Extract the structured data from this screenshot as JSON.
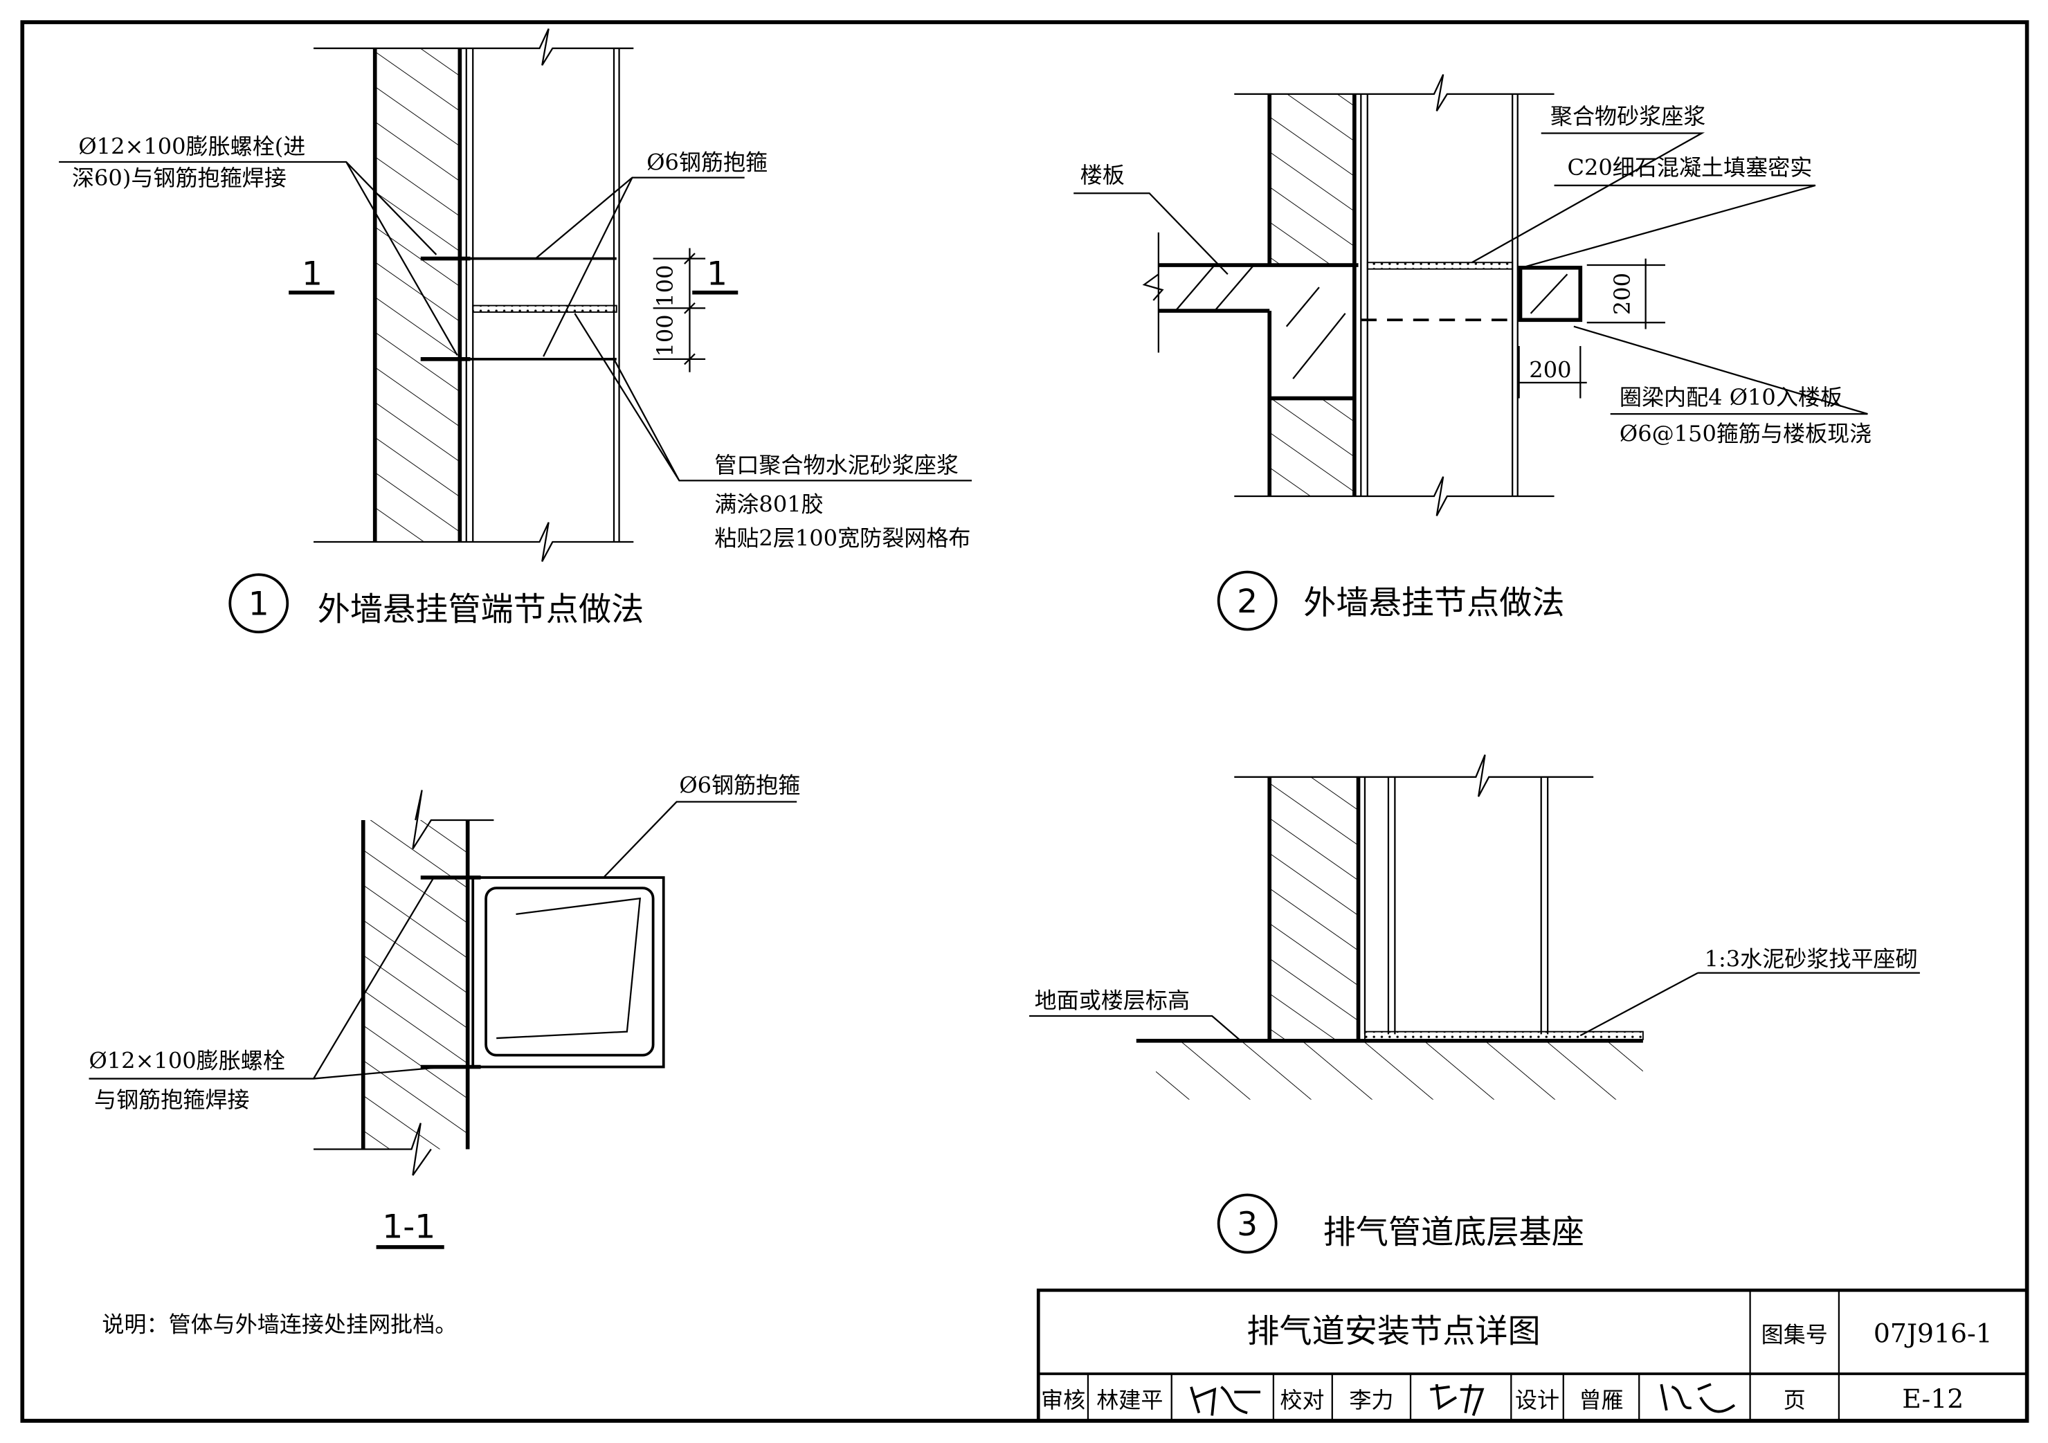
{
  "sheet": {
    "title": "排气道安装节点详图",
    "atlas_label": "图集号",
    "atlas_no": "07J916-1",
    "page_label": "页",
    "page_no": "E-12",
    "review_label": "审核",
    "reviewer": "林建平",
    "check_label": "校对",
    "checker": "李力",
    "design_label": "设计",
    "designer": "曾雁"
  },
  "note": "说明：管体与外墙连接处挂网批档。",
  "detail1": {
    "num": "1",
    "title": "外墙悬挂管端节点做法",
    "bolt_line1": "Ø12×100膨胀螺栓(进",
    "bolt_line2": "深60)与钢筋抱箍焊接",
    "hoop": "Ø6钢筋抱箍",
    "mortar": "管口聚合物水泥砂浆座浆",
    "glue": "满涂801胶",
    "mesh": "粘贴2层100宽防裂网格布",
    "dim_a": "100",
    "dim_b": "100",
    "sec_left": "1",
    "sec_right": "1"
  },
  "detail2": {
    "num": "2",
    "title": "外墙悬挂节点做法",
    "slab": "楼板",
    "mortar": "聚合物砂浆座浆",
    "fill": "C20细石混凝土填塞密实",
    "beam1": "圈梁内配4 Ø10入楼板",
    "beam2": "Ø6@150箍筋与楼板现浇",
    "dim_v": "200",
    "dim_h": "200"
  },
  "section11": {
    "title": "1-1",
    "hoop": "Ø6钢筋抱箍",
    "bolt1": "Ø12×100膨胀螺栓",
    "bolt2": "与钢筋抱箍焊接"
  },
  "detail3": {
    "num": "3",
    "title": "排气管道底层基座",
    "floor": "地面或楼层标高",
    "mortar": "1:3水泥砂浆找平座砌"
  }
}
